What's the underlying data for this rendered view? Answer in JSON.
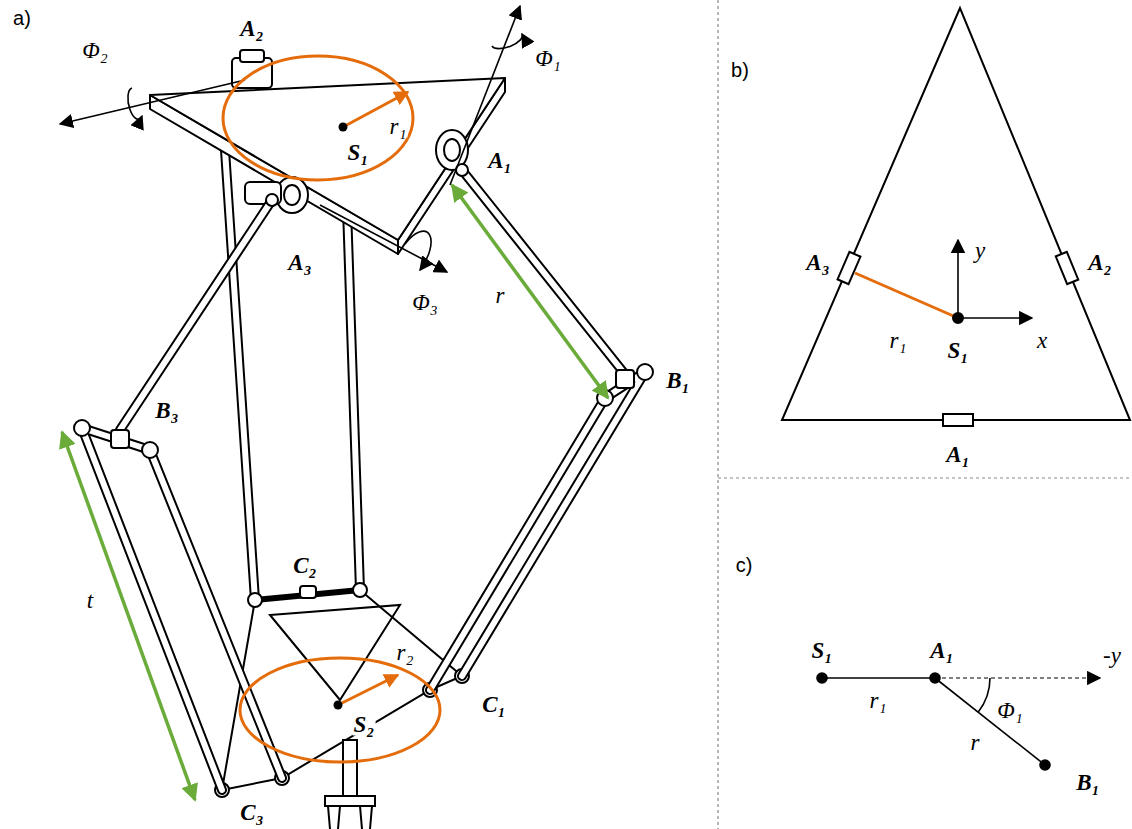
{
  "diagram": {
    "labels": [
      "a)",
      "A₂",
      "Φ₂",
      "Φ₁",
      "S₁",
      "r₁",
      "A₁",
      "A₃",
      "r",
      "Φ₃",
      "B₁",
      "B₃",
      "t",
      "C₂",
      "S₂",
      "r₂",
      "C₁",
      "C₃",
      "b)",
      "y",
      "A₃",
      "A₂",
      "x",
      "S₁",
      "A₁",
      "r₁",
      "c)",
      "S₁",
      "A₁",
      "-y",
      "r₁",
      "Φ₁",
      "r",
      "B₁"
    ]
  }
}
